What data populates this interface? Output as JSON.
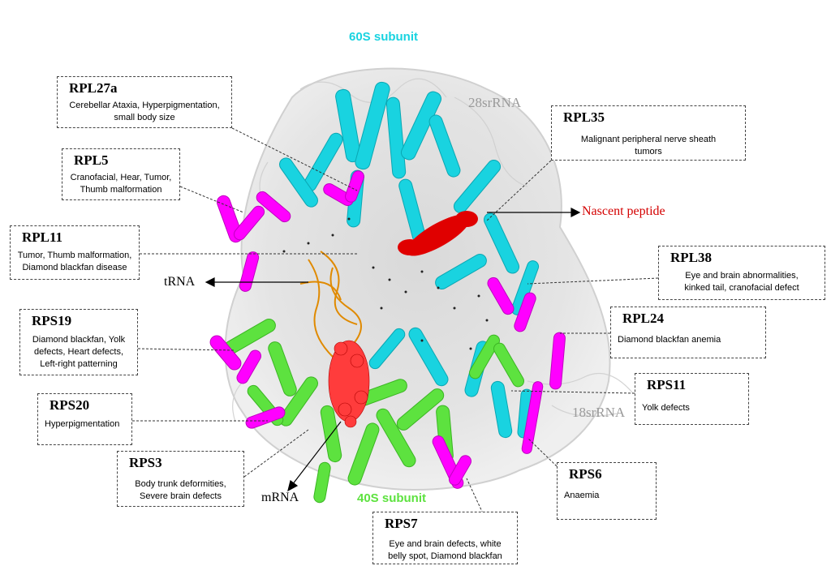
{
  "subunits": {
    "top": "60S subunit",
    "bottom": "40S subunit"
  },
  "rna_labels": {
    "large_rrna": "28srRNA",
    "small_rrna": "18srRNA"
  },
  "pointers": {
    "trna": "tRNA",
    "mrna": "mRNA",
    "nascent": "Nascent peptide"
  },
  "annotations": {
    "rpl27a": {
      "name": "RPL27a",
      "line1": "Cerebellar Ataxia, Hyperpigmentation,",
      "line2": "small body size"
    },
    "rpl5": {
      "name": "RPL5",
      "line1": "Cranofacial, Hear, Tumor,",
      "line2": "Thumb malformation"
    },
    "rpl11": {
      "name": "RPL11",
      "line1": "Tumor, Thumb malformation,",
      "line2": "Diamond blackfan disease"
    },
    "rps19": {
      "name": "RPS19",
      "line1": "Diamond blackfan, Yolk",
      "line2": "defects, Heart defects,",
      "line3": "Left-right patterning"
    },
    "rps20": {
      "name": "RPS20",
      "line1": "Hyperpigmentation"
    },
    "rps3": {
      "name": "RPS3",
      "line1": "Body trunk deformities,",
      "line2": "Severe brain defects"
    },
    "rpl35": {
      "name": "RPL35",
      "line1": "Malignant peripheral nerve sheath",
      "line2": "tumors"
    },
    "rpl38": {
      "name": "RPL38",
      "line1": "Eye and brain abnormalities,",
      "line2": "kinked tail, cranofacial defect"
    },
    "rpl24": {
      "name": "RPL24",
      "line1": "Diamond blackfan anemia"
    },
    "rps11": {
      "name": "RPS11",
      "line1": "Yolk defects"
    },
    "rps6": {
      "name": "RPS6",
      "line1": "Anaemia"
    },
    "rps7": {
      "name": "RPS7",
      "line1": "Eye and brain defects, white",
      "line2": "belly spot, Diamond blackfan"
    }
  },
  "colors": {
    "large_subunit_proteins": "#19d3e0",
    "small_subunit_proteins": "#5de23f",
    "disease_proteins": "#ff00ff",
    "rrna": "#c8c8c8",
    "trna": "#e08a00",
    "nascent_peptide": "#e00000",
    "mrna": "#ff3c3c"
  }
}
